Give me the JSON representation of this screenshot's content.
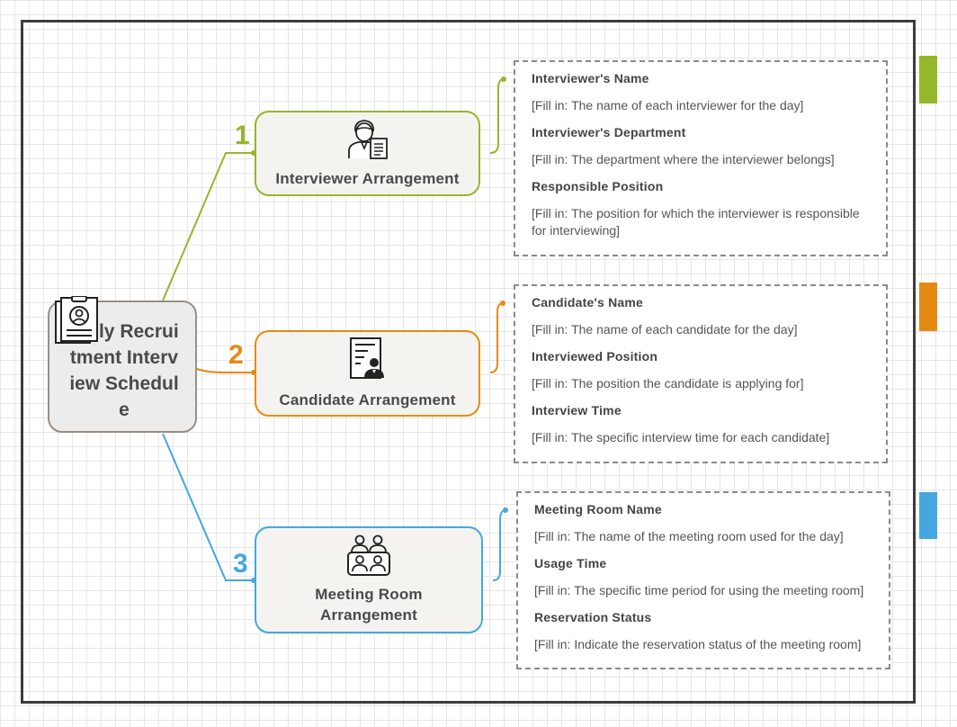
{
  "central": {
    "title": "Daily Recruitment Interview Schedule",
    "icon": "resume-clipboard-icon"
  },
  "colors": {
    "green": "#94b72c",
    "orange": "#e68a16",
    "blue": "#45a7df",
    "frame": "#3c3c3c"
  },
  "branches": [
    {
      "number": "1",
      "label": "Interviewer Arrangement",
      "icon": "interviewer-icon",
      "details": [
        {
          "heading": "Interviewer's Name",
          "text": "[Fill in: The name of each interviewer for the day]"
        },
        {
          "heading": "Interviewer's Department",
          "text": "[Fill in: The department where the interviewer belongs]"
        },
        {
          "heading": "Responsible Position",
          "text": "[Fill in: The position for which the interviewer is responsible for interviewing]"
        }
      ]
    },
    {
      "number": "2",
      "label": "Candidate Arrangement",
      "icon": "candidate-resume-icon",
      "details": [
        {
          "heading": "Candidate's Name",
          "text": "[Fill in: The name of each candidate for the day]"
        },
        {
          "heading": "Interviewed Position",
          "text": "[Fill in: The position the candidate is applying for]"
        },
        {
          "heading": "Interview Time",
          "text": "[Fill in: The specific interview time for each candidate]"
        }
      ]
    },
    {
      "number": "3",
      "label": "Meeting Room Arrangement",
      "icon": "meeting-room-icon",
      "details": [
        {
          "heading": "Meeting Room Name",
          "text": "[Fill in: The name of the meeting room used for the day]"
        },
        {
          "heading": "Usage Time",
          "text": "[Fill in: The specific time period for using the meeting room]"
        },
        {
          "heading": "Reservation Status",
          "text": "[Fill in: Indicate the reservation status of the meeting room]"
        }
      ]
    }
  ]
}
